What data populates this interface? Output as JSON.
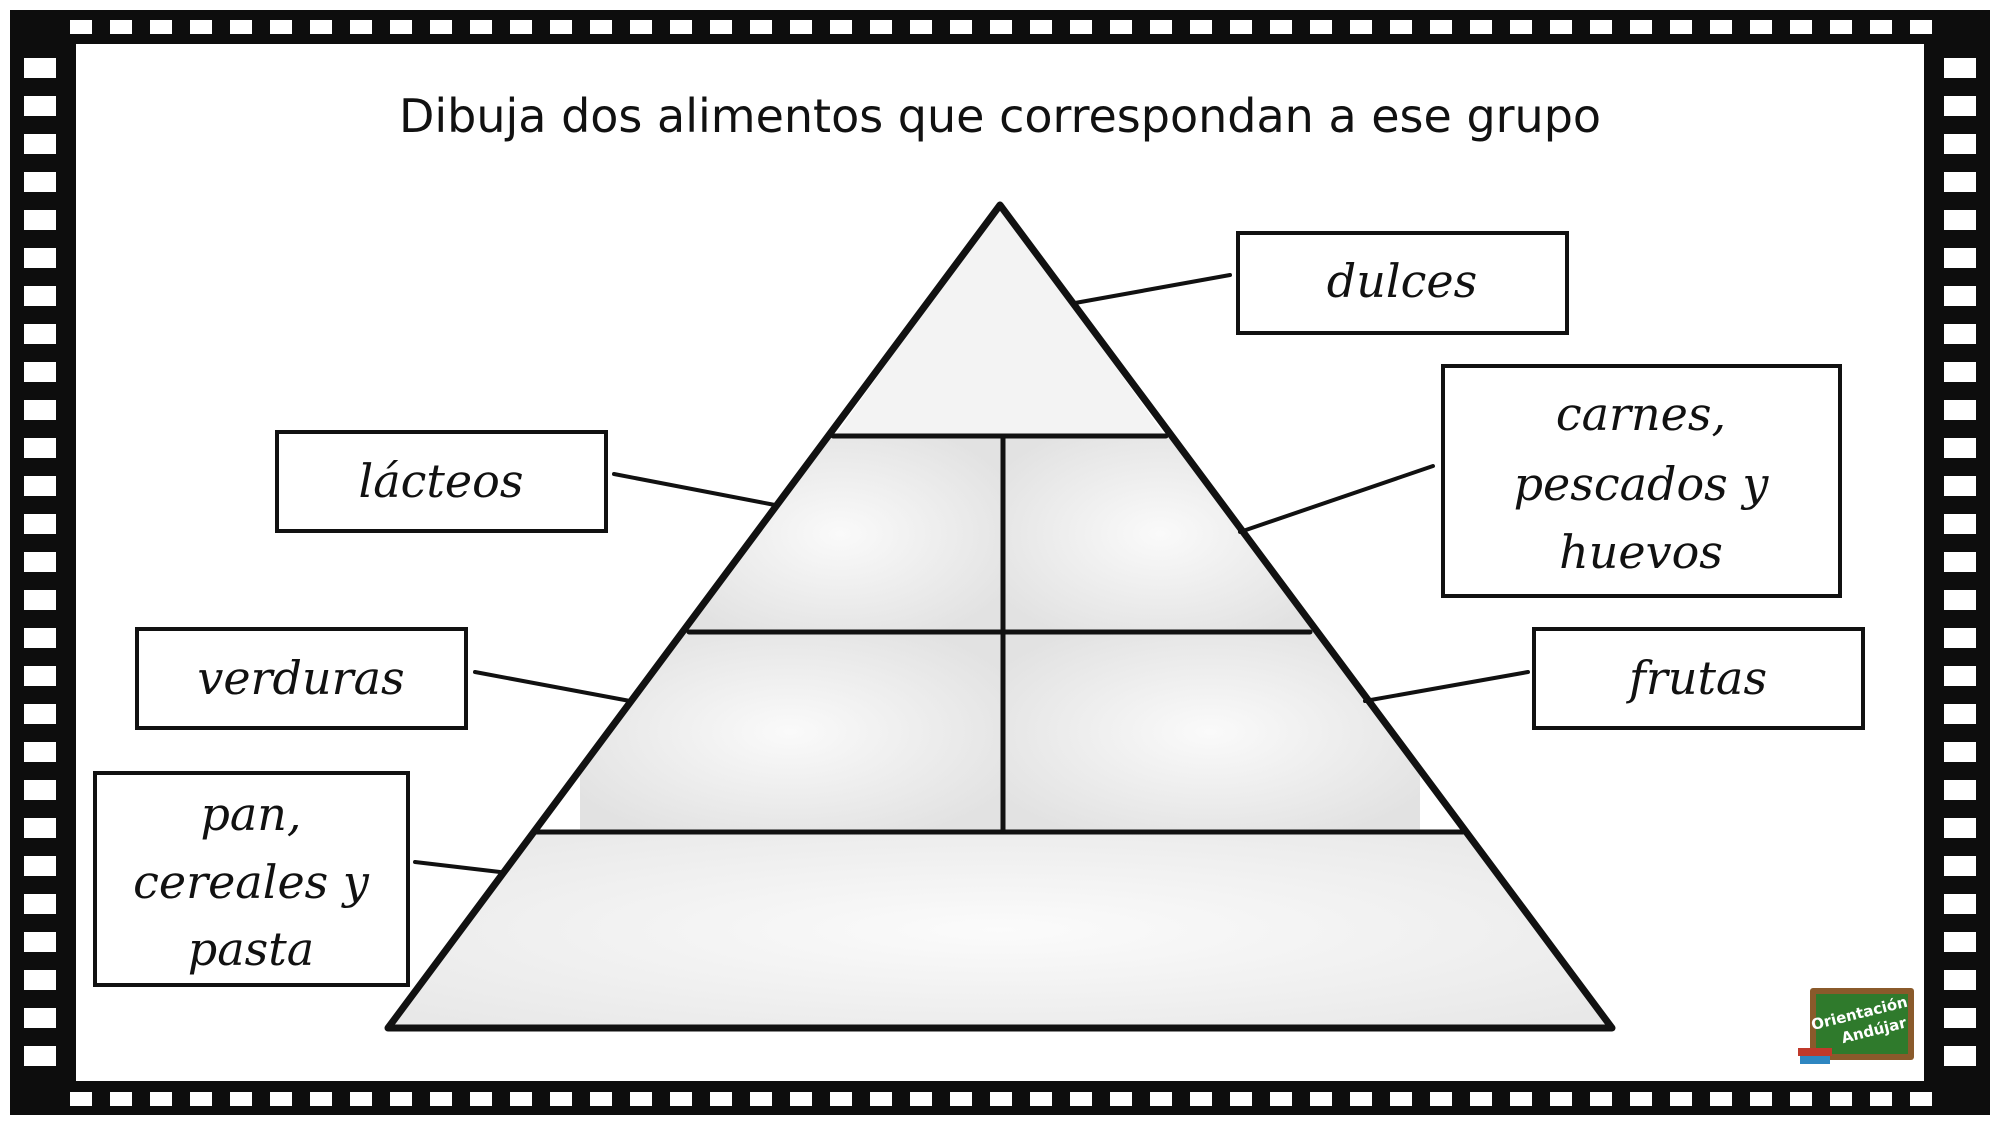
{
  "title": "Dibuja dos alimentos que correspondan a ese grupo",
  "groups": {
    "dulces": [
      "dulces"
    ],
    "carnes": [
      "carnes,",
      "pescados y",
      "huevos"
    ],
    "lacteos": [
      "lácteos"
    ],
    "frutas": [
      "frutas"
    ],
    "verduras": [
      "verduras"
    ],
    "pan": [
      "pan,",
      "cereales y",
      "pasta"
    ]
  },
  "logo": {
    "line1": "Orientación",
    "line2": "Andújar"
  },
  "colors": {
    "ink": "#111111",
    "pyramid_fill": "#e6e6e6",
    "pyramid_tip": "#f2f2f2",
    "logo_board": "#2f7a2c",
    "logo_frame": "#8a5a2b"
  }
}
